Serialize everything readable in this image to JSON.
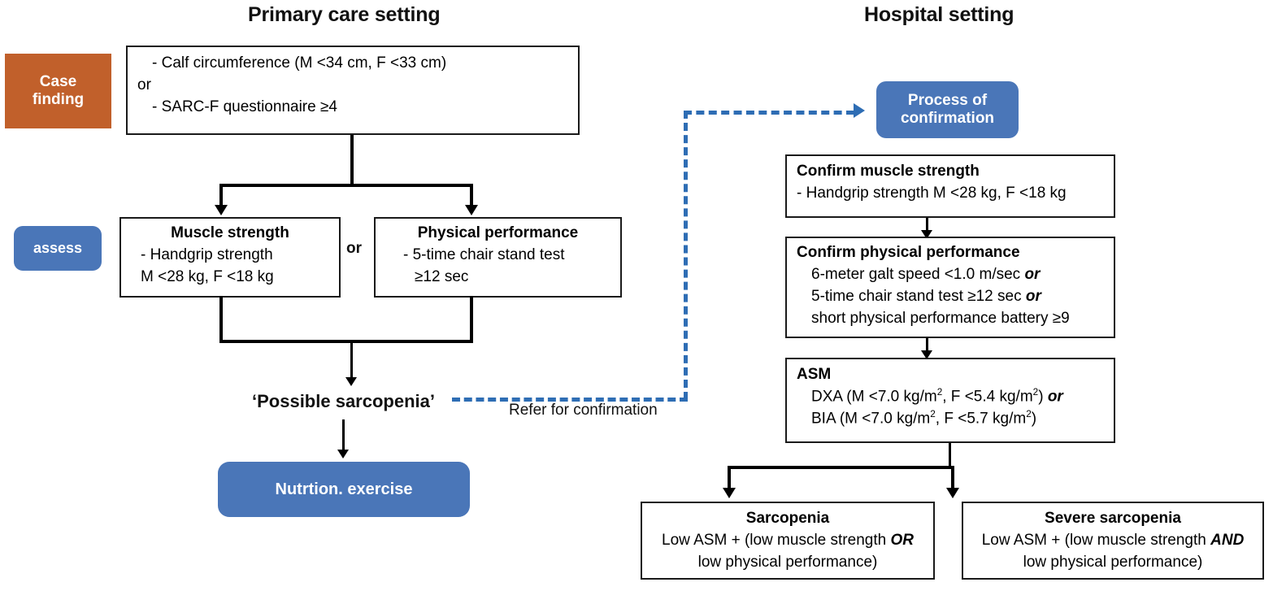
{
  "diagram": {
    "title_primary": "Primary care setting",
    "title_hospital": "Hospital setting"
  },
  "stages": {
    "case_finding": "Case\nfinding",
    "case_finding_line1": "Case",
    "case_finding_line2": "finding",
    "assess": "assess",
    "process_of_confirmation_line1": "Process of",
    "process_of_confirmation_line2": "confirmation"
  },
  "primary": {
    "case_finding_box": {
      "line1": "- Calf circumference (M <34 cm, F <33 cm)",
      "line2": "or",
      "line3": "- SARC-F questionnaire ≥4"
    },
    "muscle_strength_box": {
      "title": "Muscle strength",
      "line1": "- Handgrip strength",
      "line2": "M <28 kg, F <18 kg"
    },
    "or_connector": "or",
    "physical_performance_box": {
      "title": "Physical performance",
      "line1": "- 5-time chair stand test",
      "line2": "≥12 sec"
    },
    "possible_sarcopenia": "‘Possible sarcopenia’",
    "treatment": "Nutrtion. exercise"
  },
  "referral": {
    "label": "Refer for confirmation"
  },
  "hospital": {
    "confirm_strength_box": {
      "title": "Confirm muscle strength",
      "line1": "- Handgrip strength M <28 kg, F <18 kg"
    },
    "confirm_performance_box": {
      "title": "Confirm physical performance",
      "line1_text": "6-meter galt speed <1.0 m/sec ",
      "line1_em": "or",
      "line2_text": "5-time chair stand test ≥12 sec ",
      "line2_em": "or",
      "line3": "short physical performance battery ≥9"
    },
    "asm_box": {
      "title": "ASM",
      "dxa_prefix": "DXA (M <7.0 kg/m",
      "dxa_mid": ", F <5.4 kg/m",
      "dxa_suffix": ") ",
      "dxa_em": "or",
      "bia_prefix": "BIA (M <7.0 kg/m",
      "bia_mid": ", F <5.7 kg/m",
      "bia_suffix": ")",
      "exp": "2"
    },
    "sarcopenia_box": {
      "title": "Sarcopenia",
      "line1_text": "Low ASM + (low muscle strength ",
      "line1_em": "OR",
      "line2": "low physical performance)"
    },
    "severe_sarcopenia_box": {
      "title": "Severe sarcopenia",
      "line1_text": "Low ASM + (low muscle strength ",
      "line1_em": "AND",
      "line2": "low physical performance)"
    }
  },
  "colors": {
    "orange": "#C1602B",
    "blue": "#4A76B8",
    "dashed_blue": "#2E6DB4",
    "line_black": "#000000"
  }
}
